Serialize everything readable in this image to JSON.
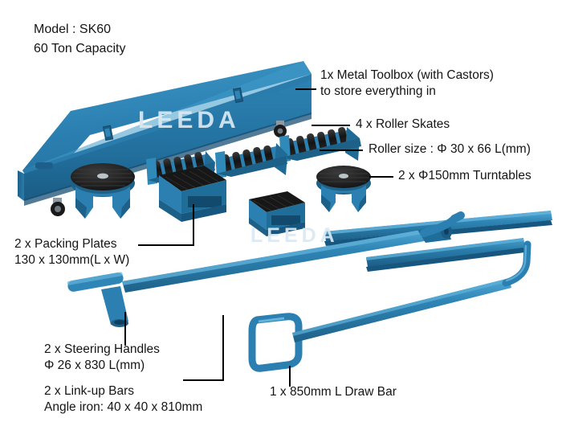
{
  "title": {
    "line1": "Model : SK60",
    "line2": "60 Ton Capacity"
  },
  "watermark": {
    "text": "LEEDA"
  },
  "callouts": {
    "toolbox_line1": "1x Metal Toolbox (with Castors)",
    "toolbox_line2": "to store everything in",
    "roller_skates": "4 x Roller Skates",
    "roller_size": "Roller size : Φ 30 x 66 L(mm)",
    "turntables": "2 x Φ150mm Turntables",
    "packing_plates_line1": "2 x Packing Plates",
    "packing_plates_line2": "130 x 130mm(L x W)",
    "steering_handles_line1": "2 x Steering Handles",
    "steering_handles_line2": "Φ 26 x 830 L(mm)",
    "linkup_bars_line1": "2 x Link-up Bars",
    "linkup_bars_line2": "Angle iron: 40 x 40 x 810mm",
    "draw_bar": "1 x 850mm L Draw Bar"
  },
  "colors": {
    "body_blue": "#2b7fb0",
    "shadow_blue": "#1d5f8a",
    "highlight_blue": "#56aad6",
    "roller_black": "#171717",
    "background": "#ffffff",
    "text": "#151515",
    "watermark": "#dbe9f3"
  }
}
